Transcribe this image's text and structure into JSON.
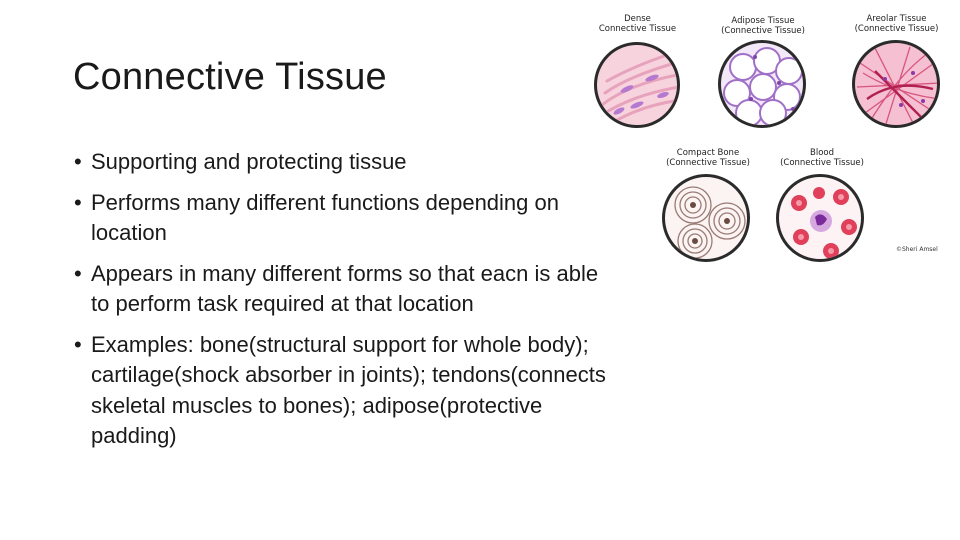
{
  "slide": {
    "title": "Connective Tissue",
    "bullets": [
      "Supporting and protecting tissue",
      "Performs many different functions depending on location",
      "Appears in many different forms so that eacn is able to perform task required at that location",
      "Examples: bone(structural support for whole body); cartilage(shock absorber in joints); tendons(connects skeletal muscles to bones); adipose(protective padding)"
    ],
    "bullet_glyph": "•"
  },
  "figure": {
    "captions": {
      "dense": "Dense\nConnective Tissue",
      "adipose": "Adipose Tissue\n(Connective Tissue)",
      "areolar": "Areolar Tissue\n(Connective Tissue)",
      "bone": "Compact Bone\n(Connective Tissue)",
      "blood": "Blood\n(Connective Tissue)"
    },
    "credit": "©Sheri Amsel"
  },
  "colors": {
    "tissue_pink": "#f4c6d6",
    "stain_purple": "#a070c8",
    "blood_red": "#e0405a",
    "outline": "#2b2b2b"
  }
}
